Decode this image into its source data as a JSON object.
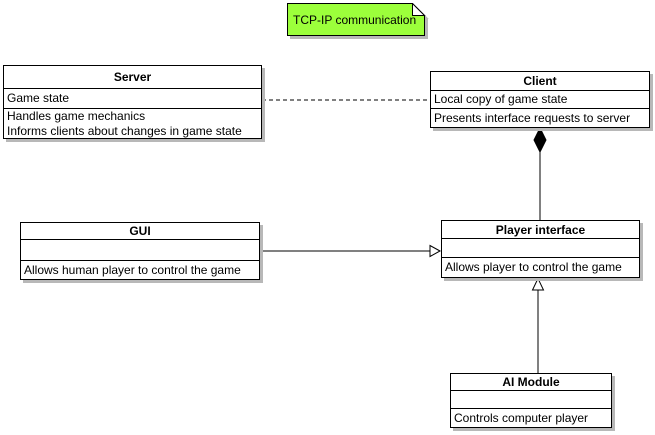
{
  "note": {
    "text": "TCP-IP communication",
    "fill": "#9CFF3B"
  },
  "colors": {
    "box_fill": "#FFFFFF",
    "border": "#000000",
    "shadow": "#B8B8B8"
  },
  "classes": [
    {
      "title": "Server",
      "attributes": [
        "Game state"
      ],
      "methods": [
        "Handles game mechanics",
        "Informs clients about changes in game state"
      ]
    },
    {
      "title": "Client",
      "attributes": [
        "Local copy of game state"
      ],
      "methods": [
        "Presents interface requests to server"
      ]
    },
    {
      "title": "GUI",
      "attributes": [],
      "methods": [
        "Allows human player to control the game"
      ]
    },
    {
      "title": "Player interface",
      "attributes": [],
      "methods": [
        "Allows player to control the game"
      ]
    },
    {
      "title": "AI Module",
      "attributes": [],
      "methods": [
        "Controls computer player"
      ]
    }
  ],
  "relationships": [
    {
      "type": "dashed-association",
      "from": "Server",
      "to": "Client"
    },
    {
      "type": "generalization",
      "from": "GUI",
      "to": "Player interface"
    },
    {
      "type": "composition",
      "from": "Player interface",
      "to": "Client"
    },
    {
      "type": "generalization",
      "from": "AI Module",
      "to": "Player interface"
    }
  ]
}
